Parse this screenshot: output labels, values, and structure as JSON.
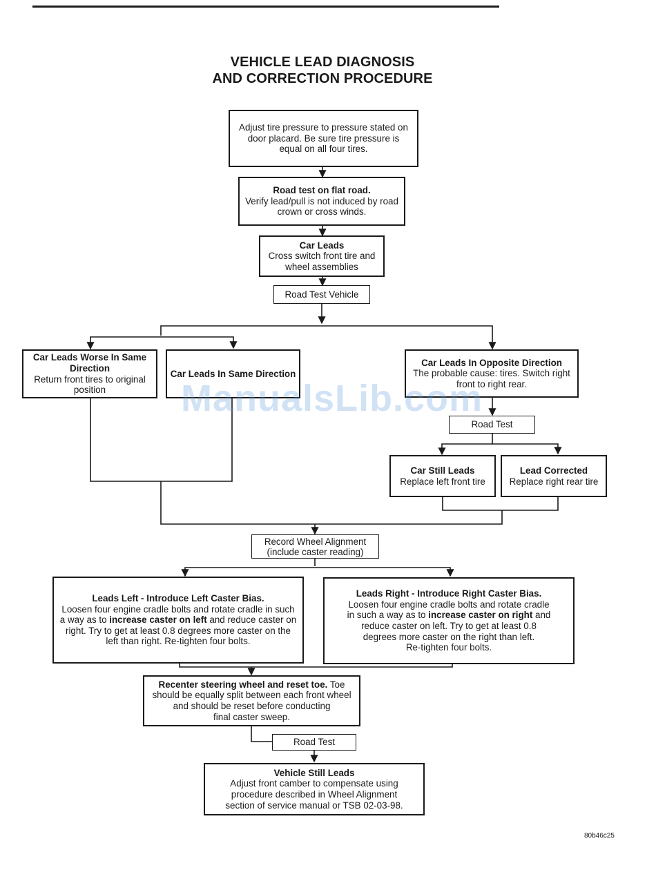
{
  "title": {
    "line1": "VEHICLE LEAD DIAGNOSIS",
    "line2": "AND CORRECTION PROCEDURE"
  },
  "nodes": {
    "adjust_pressure": {
      "lines": [
        "Adjust tire pressure to pressure stated on",
        "door placard. Be sure tire pressure is",
        "equal on all four tires."
      ]
    },
    "road_test_flat": {
      "heading": "Road test on flat road.",
      "lines": [
        "Verify lead/pull is not induced by road",
        "crown or cross winds."
      ]
    },
    "car_leads": {
      "heading": "Car Leads",
      "lines": [
        "Cross switch front tire and",
        "wheel assemblies"
      ]
    },
    "road_test_vehicle": {
      "label": "Road Test Vehicle"
    },
    "worse_same": {
      "heading1": "Car Leads Worse In Same",
      "heading2": "Direction",
      "lines": [
        "Return front tires to original",
        "position"
      ]
    },
    "same_direction": {
      "heading": "Car Leads In Same Direction"
    },
    "opposite_direction": {
      "heading": "Car Leads In Opposite Direction",
      "lines": [
        "The probable cause: tires. Switch right",
        "front to right rear."
      ]
    },
    "road_test_2": {
      "label": "Road Test"
    },
    "still_leads": {
      "heading": "Car Still Leads",
      "lines": [
        "Replace left front tire"
      ]
    },
    "lead_corrected": {
      "heading": "Lead Corrected",
      "lines": [
        "Replace right rear tire"
      ]
    },
    "record_alignment": {
      "lines": [
        "Record Wheel Alignment",
        "(include caster reading)"
      ]
    },
    "leads_left": {
      "heading": "Leads Left - Introduce Left Caster Bias.",
      "line1": "Loosen four engine cradle bolts and rotate cradle in such",
      "line2_pre": "a way as to ",
      "line2_bold": "increase caster on left",
      "line2_post": " and reduce caster on",
      "line3": "right. Try to get at least 0.8 degrees more caster on the",
      "line4": "left than right. Re-tighten four bolts."
    },
    "leads_right": {
      "heading": "Leads Right - Introduce Right Caster Bias.",
      "line1": "Loosen four engine cradle bolts and rotate cradle",
      "line2_pre": "in such a way as to ",
      "line2_bold": "increase caster on right",
      "line2_post": " and",
      "line3": "reduce caster on left. Try to get at least 0.8",
      "line4": "degrees more caster on the right than left.",
      "line5": "Re-tighten four bolts."
    },
    "recenter": {
      "heading": "Recenter steering wheel and reset toe.",
      "heading_tail": " Toe",
      "line2": "should be equally split between each front wheel",
      "line3": "and should be reset before conducting",
      "line4": "final caster sweep."
    },
    "road_test_3": {
      "label": "Road Test"
    },
    "still_leads_final": {
      "heading": "Vehicle Still Leads",
      "lines": [
        "Adjust front camber to compensate using",
        "procedure described in Wheel Alignment",
        "section of service manual or TSB 02-03-98."
      ]
    }
  },
  "watermark": "ManualsLib.com",
  "figure_code": "80b46c25"
}
